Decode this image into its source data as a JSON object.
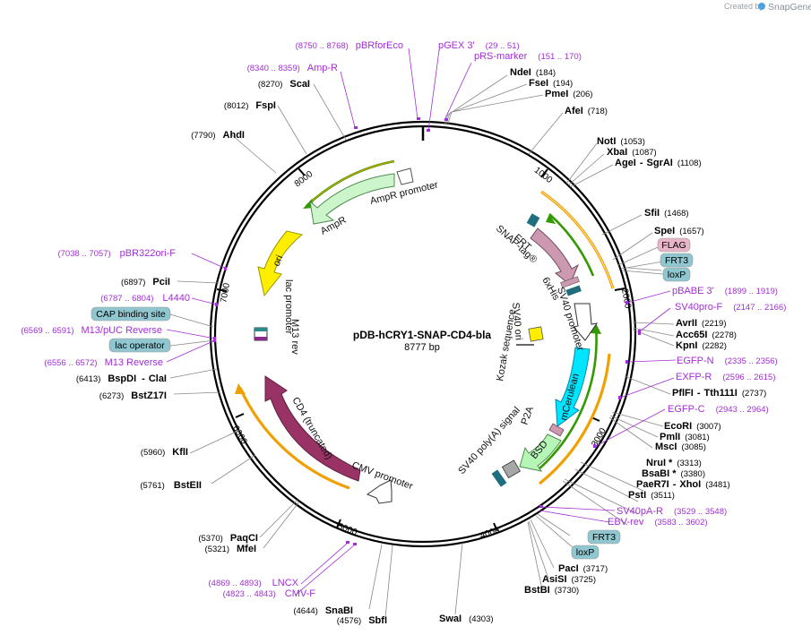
{
  "header": {
    "created_by": "Created by",
    "brand": "SnapGene"
  },
  "plasmid": {
    "name": "pDB-hCRY1-SNAP-CD4-bla",
    "length": "8777 bp"
  },
  "ticks": [
    "1000",
    "2000",
    "3000",
    "4000",
    "5000",
    "6000",
    "7000",
    "8000"
  ],
  "features": {
    "ampr_promoter": "AmpR promoter",
    "ampr": "AmpR",
    "ori": "ori",
    "lac_promoter": "lac promoter",
    "m13_rev": "M13 rev",
    "frt": "FRT",
    "snap_tag": "SNAP-tag®",
    "his6": "6xHis",
    "sv40_promoter": "SV40 promoter",
    "sv40_ori": "SV40 ori",
    "kozak": "Kozak sequence",
    "mcerulean": "mCerulean",
    "p2a": "P2A",
    "bsd": "BSD",
    "sv40_polya": "SV40 poly(A) signal",
    "cmv_promoter": "CMV promoter",
    "cd4": "CD4 (truncated)"
  },
  "labels": {
    "nde": {
      "name": "NdeI",
      "pos": "(184)"
    },
    "fse": {
      "name": "FseI",
      "pos": "(194)"
    },
    "pme": {
      "name": "PmeI",
      "pos": "(206)"
    },
    "afe": {
      "name": "AfeI",
      "pos": "(718)"
    },
    "not": {
      "name": "NotI",
      "pos": "(1053)"
    },
    "xba": {
      "name": "XbaI",
      "pos": "(1087)"
    },
    "age": {
      "name": "AgeI",
      "sep": "-",
      "name2": "SgrAI",
      "pos": "(1108)"
    },
    "sfi": {
      "name": "SfiI",
      "pos": "(1468)"
    },
    "spe": {
      "name": "SpeI",
      "pos": "(1657)"
    },
    "avr": {
      "name": "AvrII",
      "pos": "(2219)"
    },
    "acc": {
      "name": "Acc65I",
      "pos": "(2278)"
    },
    "kpn": {
      "name": "KpnI",
      "pos": "(2282)"
    },
    "pfl": {
      "name": "PflFI",
      "sep": "-",
      "name2": "Tth111I",
      "pos": "(2737)"
    },
    "eco": {
      "name": "EcoRI",
      "pos": "(3007)"
    },
    "pml": {
      "name": "PmlI",
      "pos": "(3081)"
    },
    "msc": {
      "name": "MscI",
      "pos": "(3085)"
    },
    "nru": {
      "name": "NruI *",
      "pos": "(3313)"
    },
    "bsab": {
      "name": "BsaBI *",
      "pos": "(3380)"
    },
    "pae": {
      "name": "PaeR7I",
      "sep": "-",
      "name2": "XhoI",
      "pos": "(3481)"
    },
    "pst": {
      "name": "PstI",
      "pos": "(3511)"
    },
    "pac": {
      "name": "PacI",
      "pos": "(3717)"
    },
    "asi": {
      "name": "AsiSI",
      "pos": "(3725)"
    },
    "bstbi": {
      "name": "BstBI",
      "pos": "(3730)"
    },
    "swa": {
      "name": "SwaI",
      "pos": "(4303)"
    },
    "sbf": {
      "name": "SbfI",
      "pos": "(4576)"
    },
    "sna": {
      "name": "SnaBI",
      "pos": "(4644)"
    },
    "mfe": {
      "name": "MfeI",
      "pos": "(5321)"
    },
    "paq": {
      "name": "PaqCI",
      "pos": "(5370)"
    },
    "bsteii": {
      "name": "BstEII",
      "pos": "(5761)"
    },
    "kfl": {
      "name": "KflI",
      "pos": "(5960)"
    },
    "bstz": {
      "name": "BstZ17I",
      "pos": "(6273)"
    },
    "bspd": {
      "name": "BspDI",
      "sep": "-",
      "name2": "ClaI",
      "pos": "(6413)"
    },
    "pci": {
      "name": "PciI",
      "pos": "(6897)"
    },
    "ahd": {
      "name": "AhdI",
      "pos": "(7790)"
    },
    "fsp": {
      "name": "FspI",
      "pos": "(8012)"
    },
    "sca": {
      "name": "ScaI",
      "pos": "(8270)"
    }
  },
  "primers": {
    "pbrforeco": {
      "name": "pBRforEco",
      "pos": "(8750 .. 8768)"
    },
    "pgex3": {
      "name": "pGEX 3'",
      "pos": "(29 .. 51)"
    },
    "prs": {
      "name": "pRS-marker",
      "pos": "(151 .. 170)"
    },
    "ampr_p": {
      "name": "Amp-R",
      "pos": "(8340 .. 8359)"
    },
    "pbabe3": {
      "name": "pBABE 3'",
      "pos": "(1899 .. 1919)"
    },
    "sv40pro": {
      "name": "SV40pro-F",
      "pos": "(2147 .. 2166)"
    },
    "egfpn": {
      "name": "EGFP-N",
      "pos": "(2335 .. 2356)"
    },
    "exfpr": {
      "name": "EXFP-R",
      "pos": "(2596 .. 2615)"
    },
    "egfpc": {
      "name": "EGFP-C",
      "pos": "(2943 .. 2964)"
    },
    "sv40pa": {
      "name": "SV40pA-R",
      "pos": "(3529 .. 3548)"
    },
    "ebvrev": {
      "name": "EBV-rev",
      "pos": "(3583 .. 3602)"
    },
    "pbr322": {
      "name": "pBR322ori-F",
      "pos": "(7038 .. 7057)"
    },
    "l4440": {
      "name": "L4440",
      "pos": "(6787 .. 6804)"
    },
    "m13puc": {
      "name": "M13/pUC Reverse",
      "pos": "(6569 .. 6591)"
    },
    "m13rev": {
      "name": "M13 Reverse",
      "pos": "(6556 .. 6572)"
    },
    "lncx": {
      "name": "LNCX",
      "pos": "(4869 .. 4893)"
    },
    "cmvf": {
      "name": "CMV-F",
      "pos": "(4823 .. 4843)"
    }
  },
  "boxes": {
    "flag": "FLAG",
    "frt3_a": "FRT3",
    "loxp_a": "loxP",
    "cap": "CAP binding site",
    "lacop": "lac operator",
    "frt3_b": "FRT3",
    "loxp_b": "loxP"
  },
  "colors": {
    "ampr": "#ccf5cc",
    "ori": "#ffee00",
    "snap": "#cc99b1",
    "mcerulean": "#00e5ff",
    "bsd": "#b5f5b5",
    "cd4": "#993366",
    "promoter": "#ffffff",
    "polya": "#a6a6a6",
    "orange": "#f0a000",
    "green": "#339900",
    "primer": "#a22ed6",
    "box": "#8fc6cf"
  }
}
